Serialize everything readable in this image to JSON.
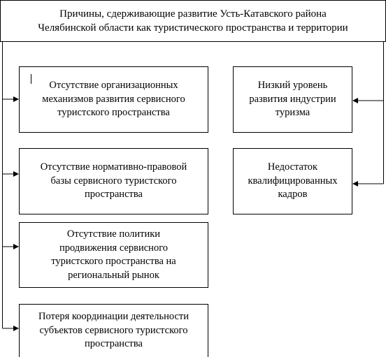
{
  "header": {
    "line1": "Причины, сдерживающие развитие Усть-Катавского района",
    "line2": "Челябинской области как туристического пространства и территории"
  },
  "left_boxes": [
    {
      "lines": [
        "Отсутствие организационных",
        "механизмов развития сервисного",
        "туристского пространства"
      ]
    },
    {
      "lines": [
        "Отсутствие нормативно-правовой",
        "базы сервисного туристского",
        "пространства"
      ]
    },
    {
      "lines": [
        "Отсутствие политики",
        "продвижения сервисного",
        "туристского пространства на",
        "региональный рынок"
      ]
    },
    {
      "lines": [
        "Потеря координации деятельности",
        "субъектов сервисного туристского",
        "пространства"
      ]
    }
  ],
  "right_boxes": [
    {
      "lines": [
        "Низкий уровень",
        "развития индустрии",
        "туризма"
      ]
    },
    {
      "lines": [
        "Недостаток",
        "квалифицированных",
        "кадров"
      ]
    }
  ],
  "colors": {
    "line": "#000000",
    "background": "#ffffff"
  }
}
